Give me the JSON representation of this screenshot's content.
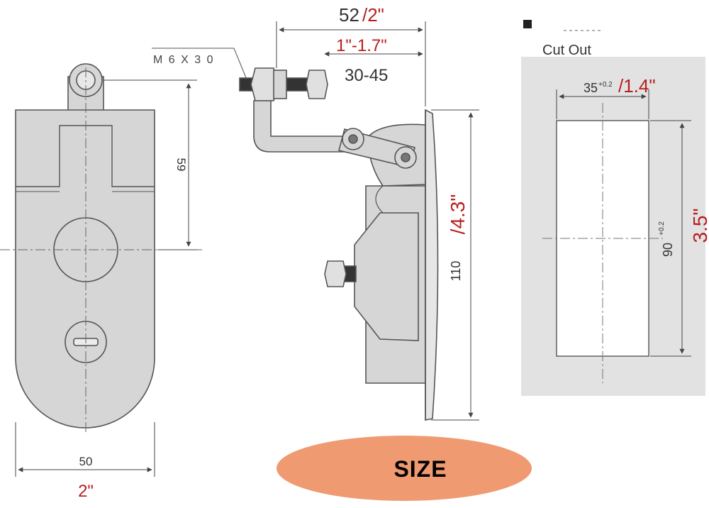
{
  "colors": {
    "outline": "#555555",
    "part_fill": "#d6d6d6",
    "cutout_panel": "#e2e2e2",
    "imperial_text": "#b81e1e",
    "metric_text": "#333333",
    "badge_fill": "#f09a72"
  },
  "front_view": {
    "height_metric": "59",
    "width_metric": "50",
    "width_imperial": "2\""
  },
  "side_view": {
    "bolt_label": "M 6 X 3 0",
    "depth_metric": "52",
    "depth_imperial": "/2\"",
    "adjust_imperial": "1\"-1.7\"",
    "adjust_metric": "30-45",
    "height_metric": "110",
    "height_imperial": "/4.3\""
  },
  "cutout": {
    "title": "Cut Out",
    "width_metric": "35",
    "width_tol": "+0.2",
    "width_imperial": "/1.4\"",
    "height_metric": "90",
    "height_tol": "+0.2",
    "height_imperial": "3.5\""
  },
  "badge": {
    "label": "SIZE"
  }
}
